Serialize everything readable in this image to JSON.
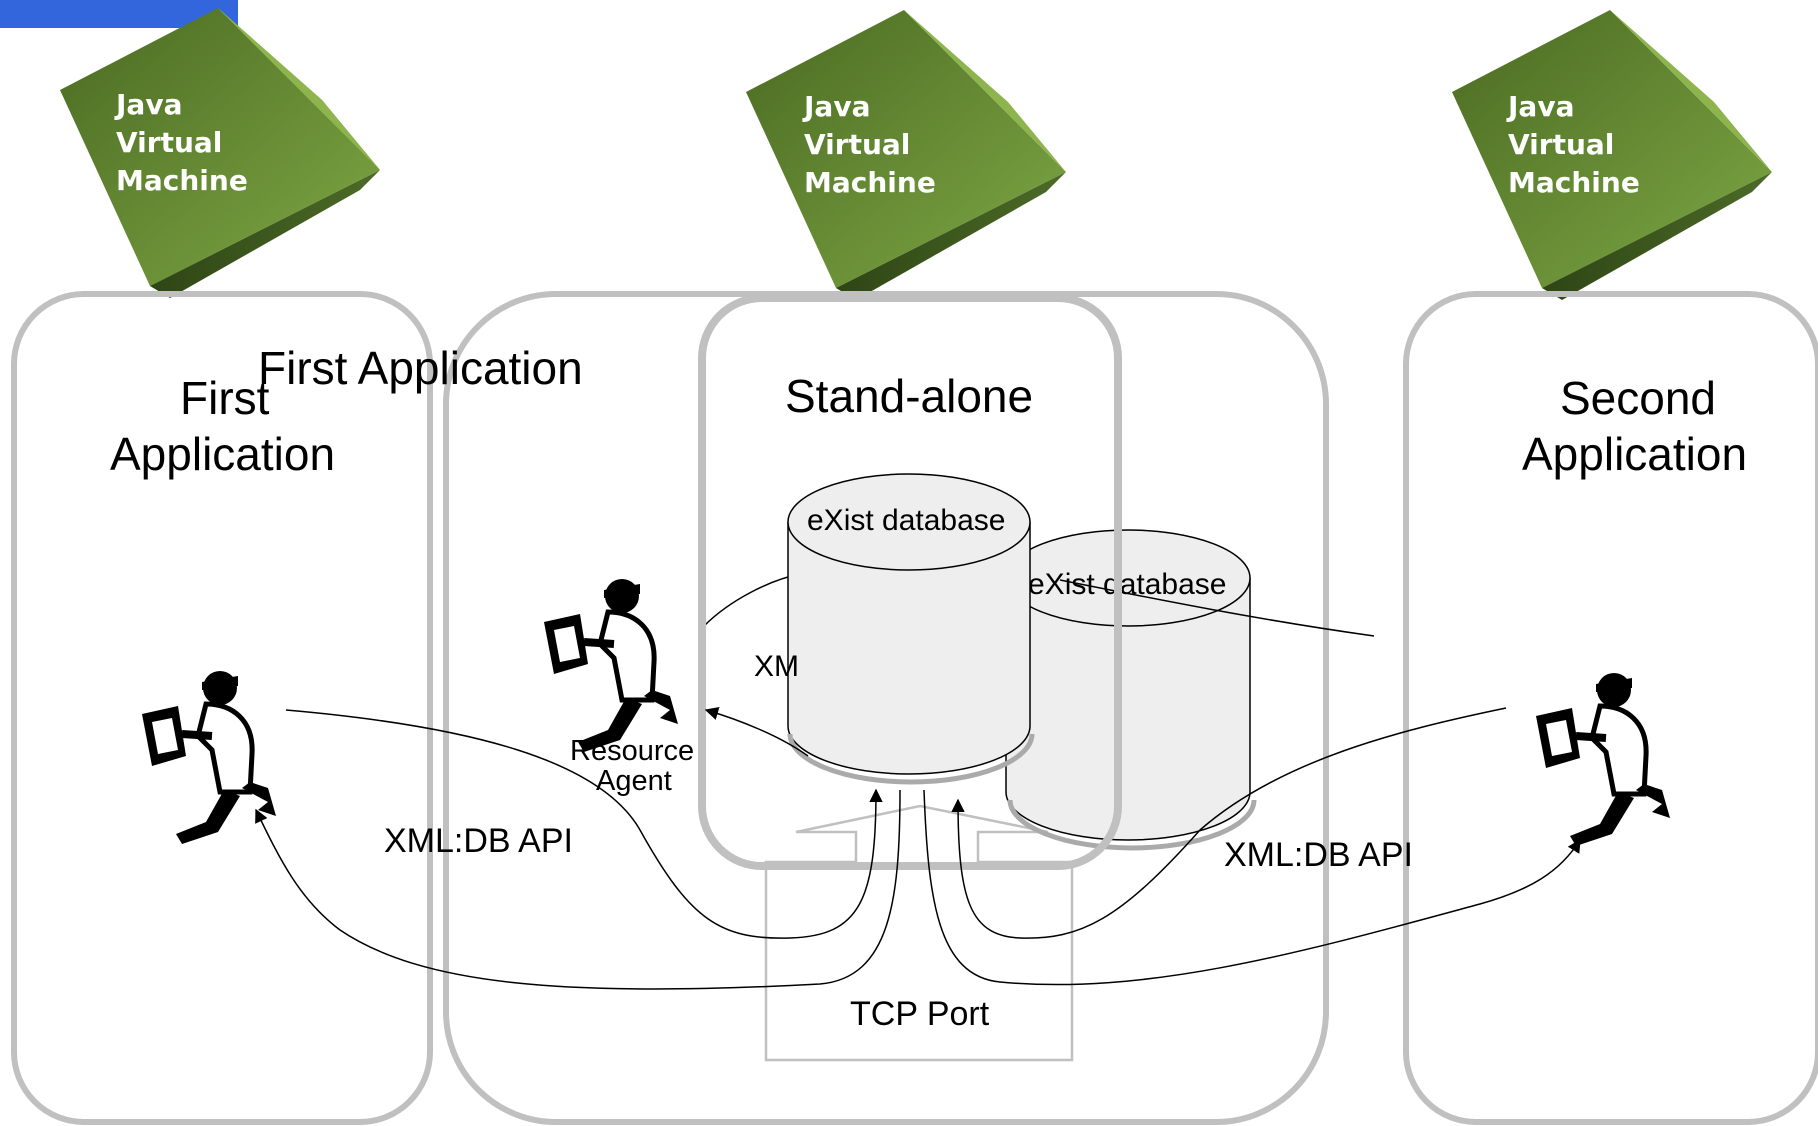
{
  "jvm_label": {
    "line1": "Java",
    "line2": "Virtual",
    "line3": "Machine"
  },
  "first_app": {
    "line1": "First",
    "line2": "Application"
  },
  "overlay_app_title": "First Application",
  "standalone_title": "Stand-alone",
  "db_front_label": "eXist database",
  "db_back_label": "eXist database",
  "resource_agent": {
    "line1": "Resource",
    "line2": "Agent"
  },
  "api_left": "XML:DB API",
  "api_right": "XML:DB API",
  "api_partial": "XM",
  "tcp_port": "TCP Port",
  "second_app": {
    "line1": "Second",
    "line2": "Application"
  },
  "colors": {
    "cube_light": "#8db44d",
    "cube_mid": "#6f9a3a",
    "cube_dark": "#3f5c1f",
    "frame_stroke": "#c0c0c0",
    "db_fill": "#eeeeee",
    "corner_accent": "#3366dd"
  }
}
